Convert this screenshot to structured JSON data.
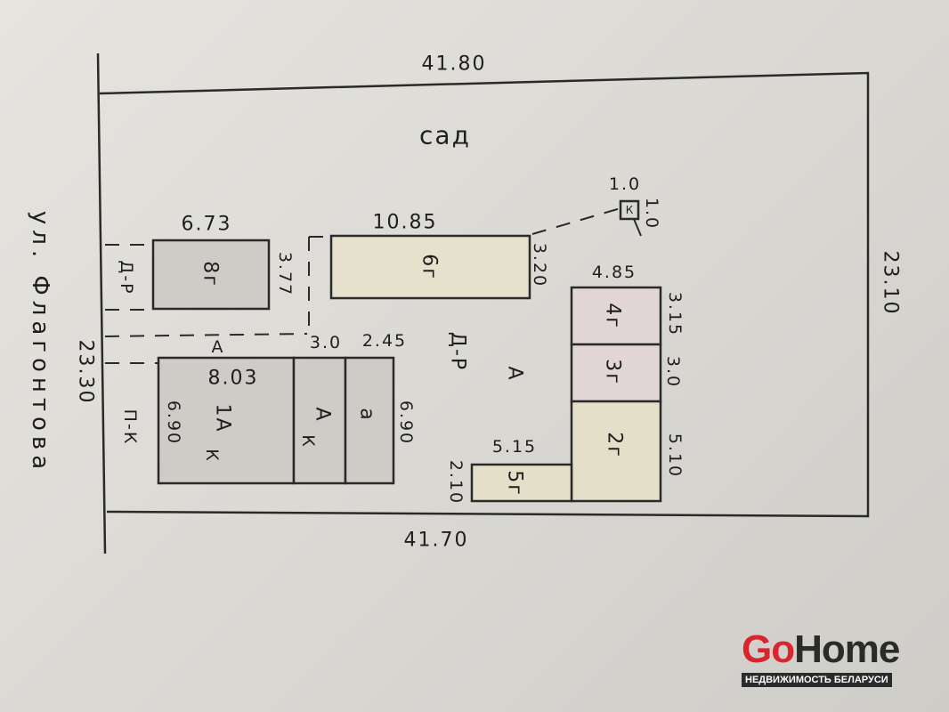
{
  "plan": {
    "street": "ул. Флагонтова",
    "garden": "сад",
    "boundaries": {
      "top": "41.80",
      "bottom": "41.70",
      "right": "23.10",
      "left": "23.30"
    },
    "buildings": [
      {
        "id": "8г",
        "label": "8г",
        "width": "6.73",
        "depth": "3.77",
        "color": "#cfccc7"
      },
      {
        "id": "6г",
        "label": "6г",
        "width": "10.85",
        "depth": "3.20",
        "color": "#e6e1cc"
      },
      {
        "id": "1А",
        "label": "1А",
        "sub": "К",
        "dash": "1",
        "width": "8.03",
        "depth": "6.90",
        "color": "#cfccc7"
      },
      {
        "id": "А/К",
        "label": "А",
        "sub": "К",
        "color": "#cfccc7"
      },
      {
        "id": "а",
        "label": "а",
        "depth": "6.90",
        "color": "#cfccc7"
      },
      {
        "id": "4г",
        "label": "4г",
        "width": "4.85",
        "depth": "3.15",
        "color": "#e2d6d6"
      },
      {
        "id": "3г",
        "label": "3г",
        "depth": "3.0",
        "color": "#e2d6d6"
      },
      {
        "id": "2г",
        "label": "2г",
        "depth": "5.10",
        "color": "#e4dfc9"
      },
      {
        "id": "5г",
        "label": "5г",
        "width": "5.15",
        "depth": "2.10",
        "color": "#e4dfc9"
      },
      {
        "id": "well",
        "label": "К",
        "width": "1.0",
        "depth": "1.0"
      }
    ],
    "annotations": {
      "dr_left": "Д-Р",
      "dr_center": "Д-Р",
      "a_path": "А",
      "a_center": "А",
      "pk": "П-К",
      "gap1": "3.0",
      "gap2": "2.45"
    }
  },
  "watermark": {
    "brand_go": "Go",
    "brand_home": "Home",
    "tagline": "НЕДВИЖИМОСТЬ БЕЛАРУСИ"
  }
}
